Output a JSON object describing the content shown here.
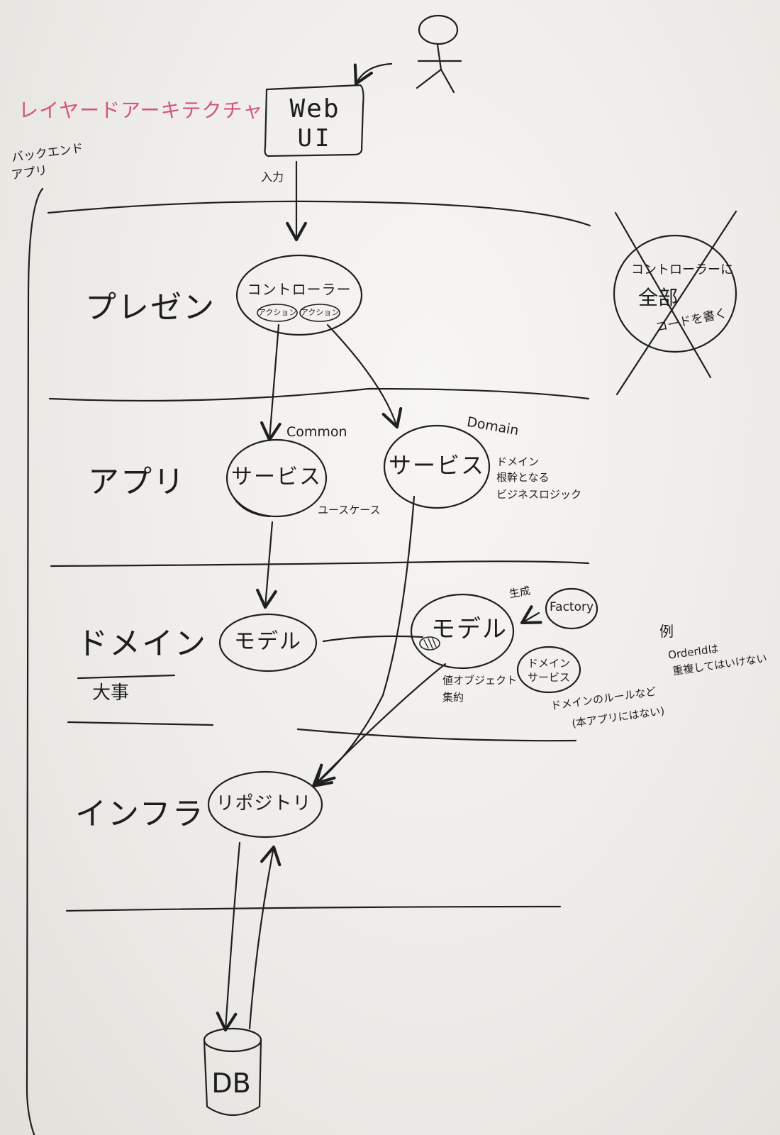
{
  "title": "レイヤードアーキテクチャ",
  "backend_label": [
    "バックエンド",
    "アプリ"
  ],
  "actor": {
    "input_label": "入力"
  },
  "web_ui": [
    "Web",
    "UI"
  ],
  "layers": [
    {
      "label": "プレゼン"
    },
    {
      "label": "アプリ"
    },
    {
      "label": "ドメイン",
      "sub_label": "大事"
    },
    {
      "label": "インフラ"
    }
  ],
  "controller": {
    "label": "コントローラー",
    "actions": [
      "アクション",
      "アクション"
    ]
  },
  "common_service": {
    "tag": "Common",
    "label": "サービス",
    "note": "ユースケース"
  },
  "domain_service": {
    "tag": "Domain",
    "label": "サービス",
    "note": [
      "ドメイン",
      "根幹となる",
      "ビジネスロジック"
    ]
  },
  "common_model": {
    "label": "モデル"
  },
  "domain_model": {
    "label": "モデル",
    "note": [
      "値オブジェクト",
      "集約"
    ]
  },
  "factory": {
    "label": "Factory",
    "note": "生成"
  },
  "domain_layer_service": {
    "label": [
      "ドメイン",
      "サービス"
    ],
    "note": [
      "ドメインのルールなど",
      "(本アプリにはない)"
    ]
  },
  "example_note": {
    "head": "例",
    "lines": [
      "OrderIdは",
      "重複してはいけない"
    ]
  },
  "repository": {
    "label": "リポジトリ"
  },
  "db": {
    "label": "DB"
  },
  "anti_pattern": {
    "lines": [
      "コントローラーに",
      "全部",
      "コードを書く"
    ]
  }
}
